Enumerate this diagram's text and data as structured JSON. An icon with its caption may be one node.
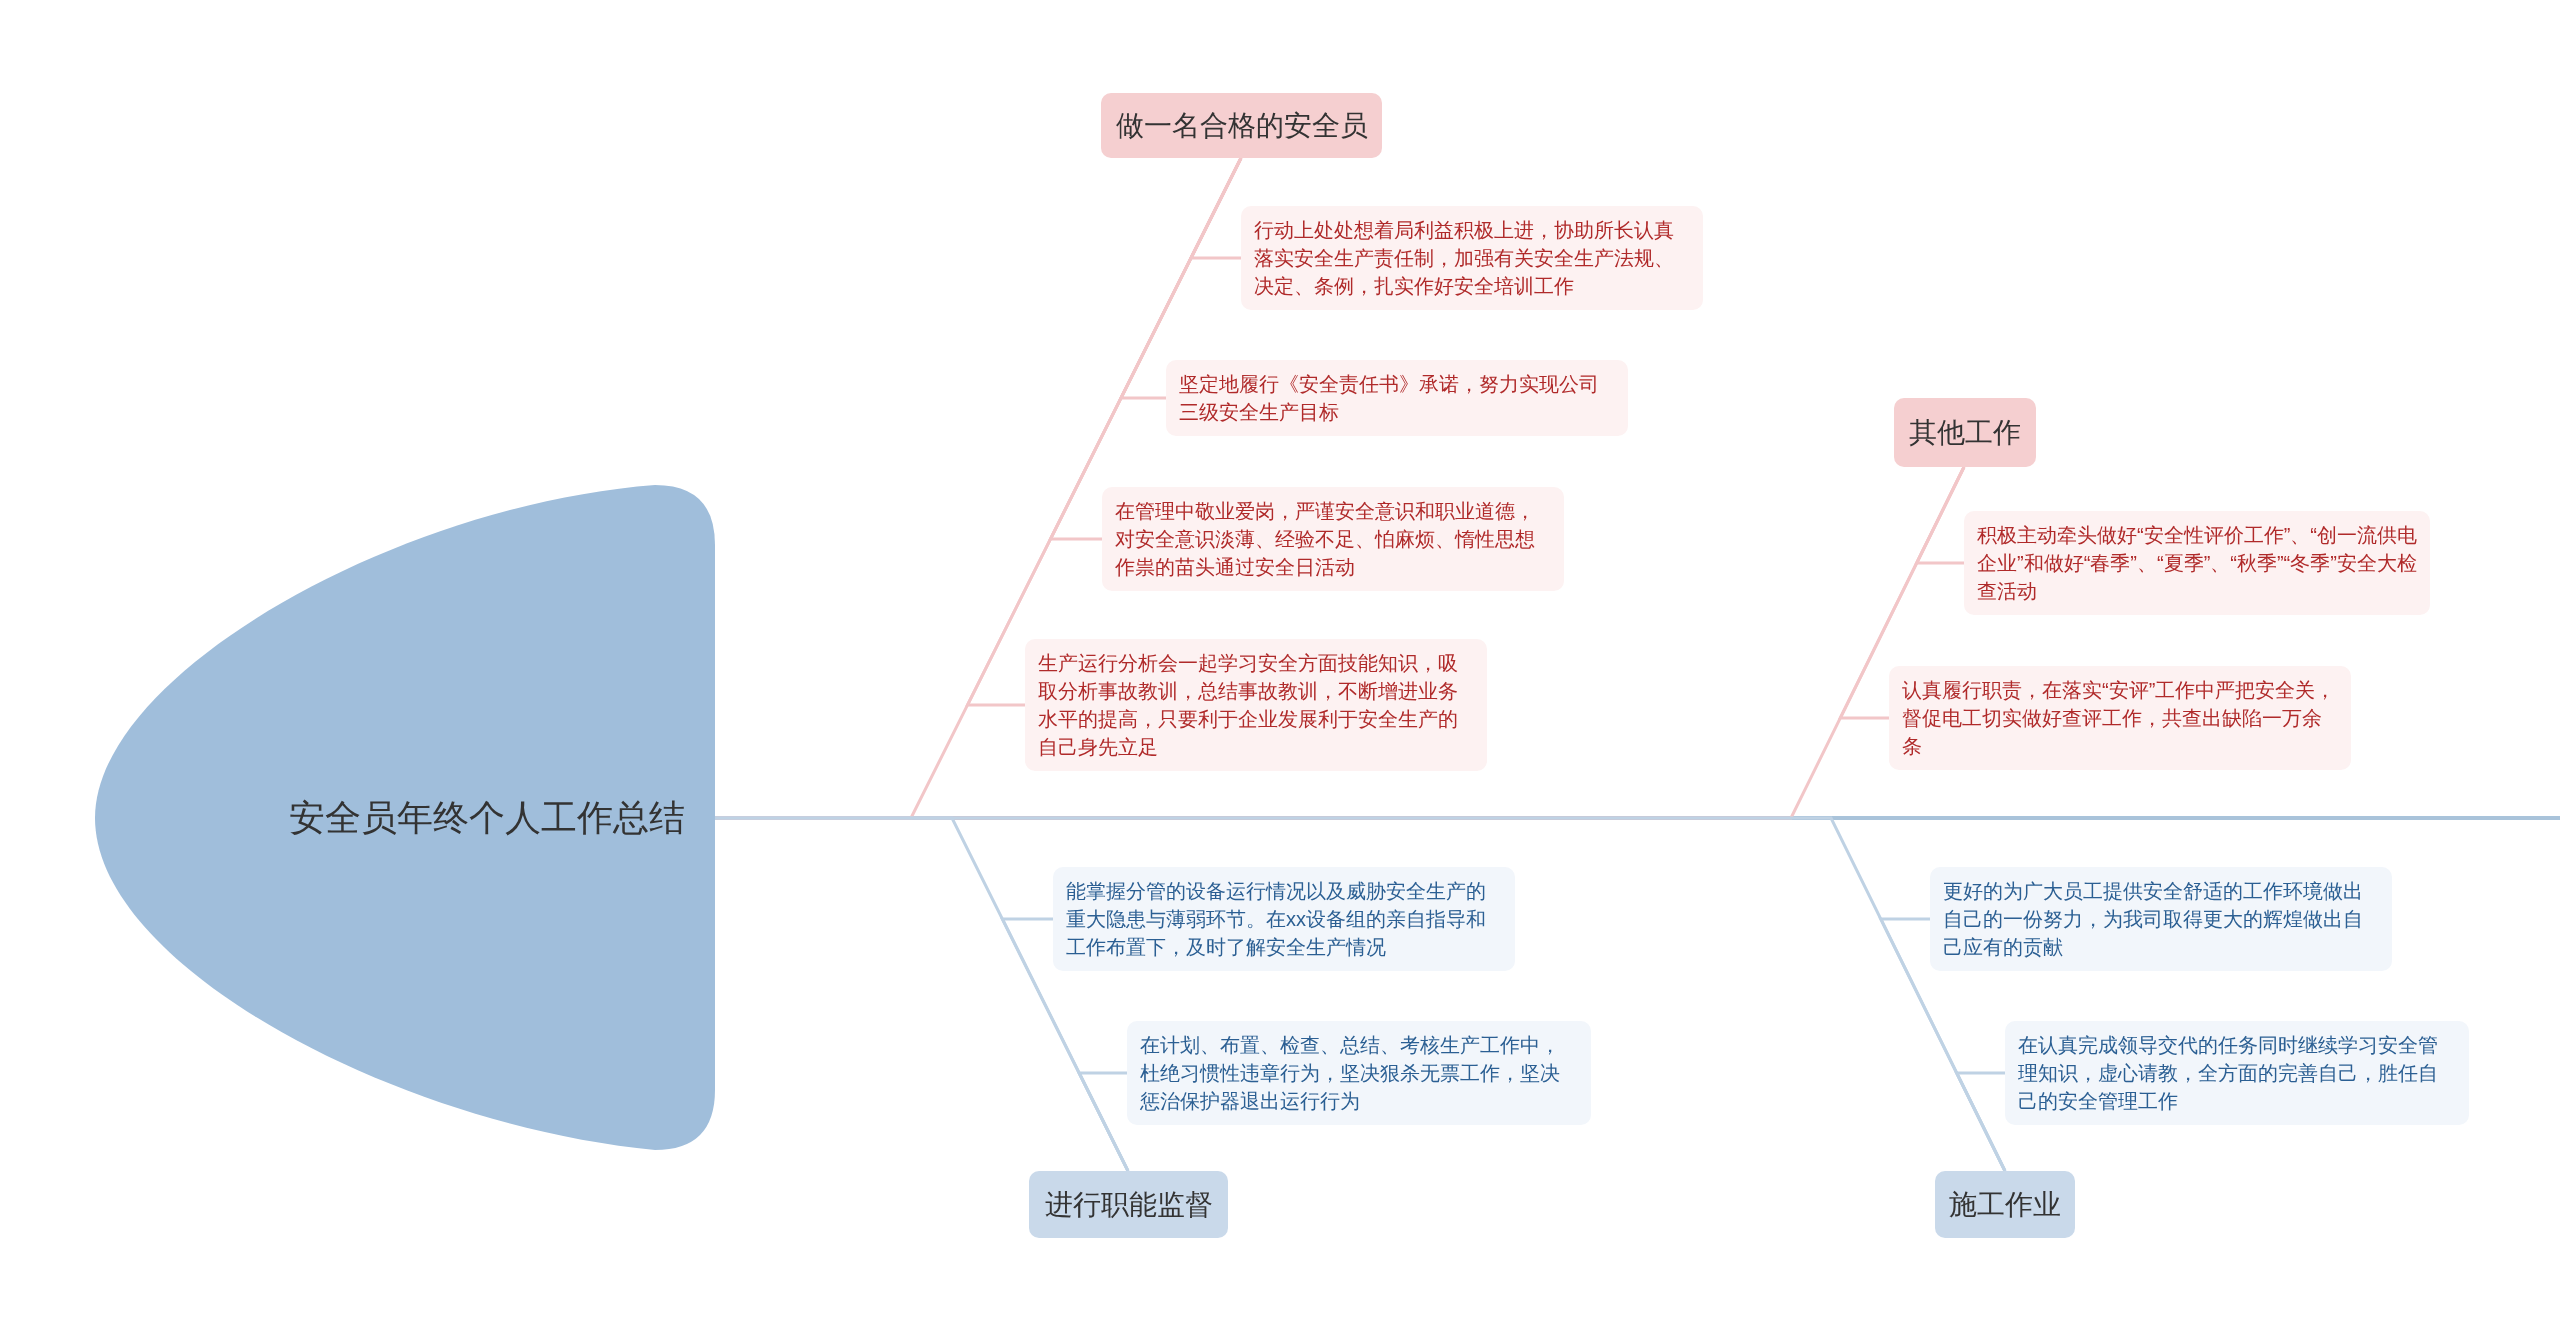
{
  "diagram": {
    "nodes": [
      {
        "text": [
          "安全员年终个人工作总结"
        ]
      },
      {
        "text": [
          "做一名合格的安全员"
        ]
      },
      {
        "text": [
          "行动上处处想着局利益积极上进，协助所长认真落实安全生产责任制，加强有关安全生产法规、决定、条例，扎实作好安全培训工作"
        ]
      },
      {
        "text": [
          "坚定地履行《安全责任书》承诺，努力实现公司三级安全生产目标"
        ]
      },
      {
        "text": [
          "在管理中敬业爱岗，严谨安全意识和职业道德，对安全意识淡薄、经验不足、怕麻烦、惰性思想作祟的苗头通过安全日活动"
        ]
      },
      {
        "text": [
          "生产运行分析会一起学习安全方面技能知识，吸取分析事故教训，总结事故教训，不断增进业务水平的提高，只要利于企业发展利于安全生产的自己身先立足"
        ]
      },
      {
        "text": [
          "其他工作"
        ]
      },
      {
        "text": [
          "积极主动牵头做好“安全性评价工作”、“创一流供电企业”和做好“春季”、“夏季”、“秋季”“冬季”安全大检查活动"
        ]
      },
      {
        "text": [
          "认真履行职责，在落实“安评”工作中严把安全关，督促电工切实做好查评工作，共查出缺陷一万余条"
        ]
      },
      {
        "text": [
          "进行职能监督"
        ]
      },
      {
        "text": [
          "能掌握分管的设备运行情况以及威胁安全生产的重大隐患与薄弱环节。在xx设备组的亲自指导和工作布置下，及时了解安全生产情况"
        ]
      },
      {
        "text": [
          "在计划、布置、检查、总结、考核生产工作中，杜绝习惯性违章行为，坚决狠杀无票工作，坚决惩治保护器退出运行行为"
        ]
      },
      {
        "text": [
          "施工作业"
        ]
      },
      {
        "text": [
          "更好的为广大员工提供安全舒适的工作环境做出自己的一份努力，为我司取得更大的辉煌做出自己应有的贡献"
        ]
      },
      {
        "text": [
          "在认真完成领导交代的任务同时继续学习安全管理知识，虚心请教，全方面的完善自己，胜任自己的安全管理工作"
        ]
      }
    ],
    "edges": [
      {
        "from": 1,
        "to": 0,
        "arrow": "none",
        "color": "#f2c6c8"
      },
      {
        "from": 1,
        "to": 2,
        "arrow": "none",
        "color": "#f2c6c8"
      },
      {
        "from": 1,
        "to": 3,
        "arrow": "none",
        "color": "#f2c6c8"
      },
      {
        "from": 1,
        "to": 4,
        "arrow": "none",
        "color": "#f2c6c8"
      },
      {
        "from": 1,
        "to": 5,
        "arrow": "none",
        "color": "#f2c6c8"
      },
      {
        "from": 6,
        "to": 0,
        "arrow": "none",
        "color": "#f2c6c8"
      },
      {
        "from": 6,
        "to": 7,
        "arrow": "none",
        "color": "#f2c6c8"
      },
      {
        "from": 6,
        "to": 8,
        "arrow": "none",
        "color": "#f2c6c8"
      },
      {
        "from": 9,
        "to": 0,
        "arrow": "none",
        "color": "#bfd2e4"
      },
      {
        "from": 9,
        "to": 10,
        "arrow": "none",
        "color": "#bfd2e4"
      },
      {
        "from": 9,
        "to": 11,
        "arrow": "none",
        "color": "#bfd2e4"
      },
      {
        "from": 12,
        "to": 0,
        "arrow": "none",
        "color": "#bfd2e4"
      },
      {
        "from": 12,
        "to": 13,
        "arrow": "none",
        "color": "#bfd2e4"
      },
      {
        "from": 12,
        "to": 14,
        "arrow": "none",
        "color": "#bfd2e4"
      }
    ]
  }
}
